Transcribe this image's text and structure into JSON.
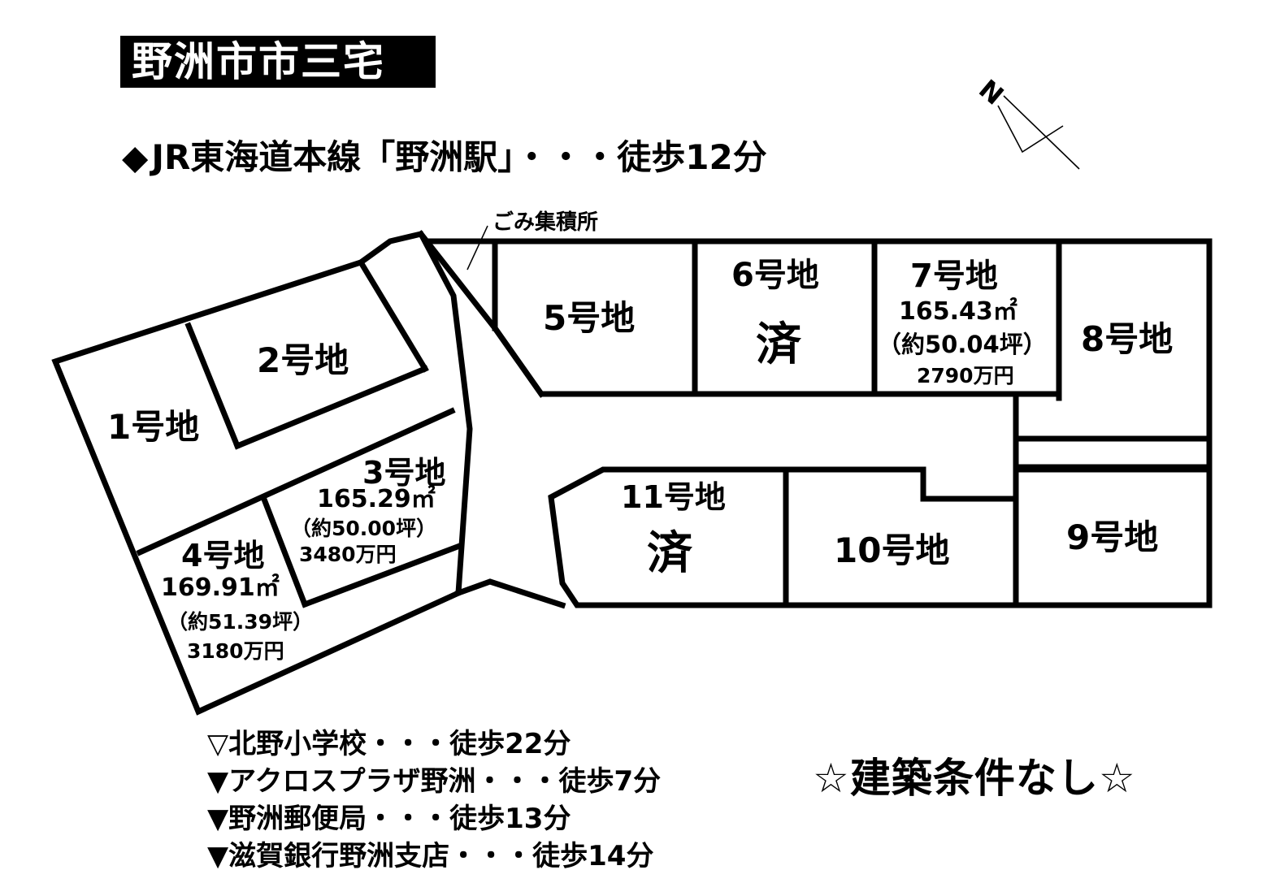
{
  "header": {
    "title": "野洲市市三宅",
    "station_marker": "◆",
    "station_text": "JR東海道本線「野洲駅」・・・徒歩12分"
  },
  "plan": {
    "compass_label": "N",
    "garbage_label": "ごみ集積所",
    "lots": [
      {
        "id": "1",
        "name": "1号地"
      },
      {
        "id": "2",
        "name": "2号地"
      },
      {
        "id": "3",
        "name": "3号地",
        "area": "165.29㎡",
        "tsubo": "（約50.00坪）",
        "price": "3480万円"
      },
      {
        "id": "4",
        "name": "4号地",
        "area": "169.91㎡",
        "tsubo": "（約51.39坪）",
        "price": "3180万円"
      },
      {
        "id": "5",
        "name": "5号地"
      },
      {
        "id": "6",
        "name": "6号地",
        "status": "済"
      },
      {
        "id": "7",
        "name": "7号地",
        "area": "165.43㎡",
        "tsubo": "（約50.04坪）",
        "price": "2790万円"
      },
      {
        "id": "8",
        "name": "8号地"
      },
      {
        "id": "9",
        "name": "9号地"
      },
      {
        "id": "10",
        "name": "10号地"
      },
      {
        "id": "11",
        "name": "11号地",
        "status": "済"
      }
    ]
  },
  "nearby": [
    "▽北野小学校・・・徒歩22分",
    "▼アクロスプラザ野洲・・・徒歩7分",
    "▼野洲郵便局・・・徒歩13分",
    "▼滋賀銀行野洲支店・・・徒歩14分"
  ],
  "condition": "☆建築条件なし☆",
  "colors": {
    "line": "#000000",
    "background": "#ffffff",
    "title_bg": "#000000",
    "title_fg": "#ffffff"
  }
}
